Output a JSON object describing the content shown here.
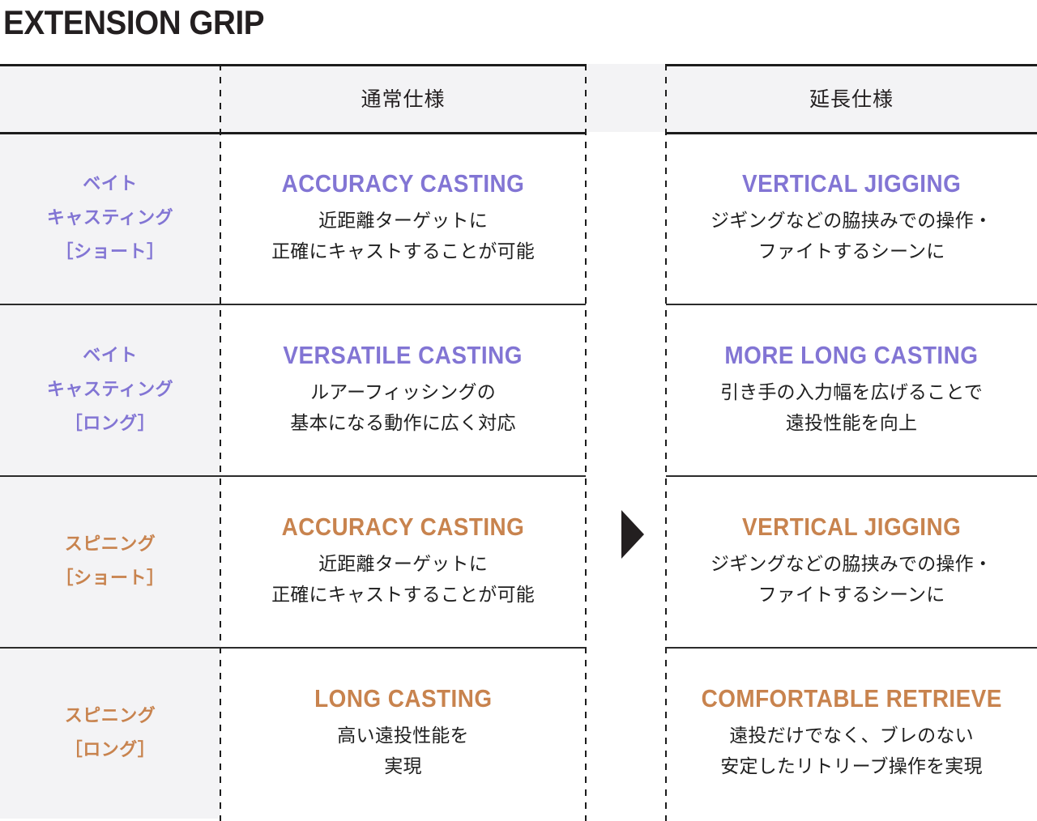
{
  "title": "EXTENSION GRIP",
  "colors": {
    "purple": "#8275d4",
    "brown": "#c8834e",
    "ink": "#231f20",
    "label_bg": "#f3f3f5",
    "header_bg": "#f3f3f5"
  },
  "header": {
    "corner": "",
    "normal_spec": "通常仕様",
    "extension_spec": "延長仕様"
  },
  "arrow": {
    "name": "right-triangle-arrow",
    "glyph": "▶"
  },
  "rows": [
    {
      "label_lines": [
        "ベイト",
        "キャスティング",
        "［ショート］"
      ],
      "accent": "purple",
      "normal": {
        "headline": "ACCURACY CASTING",
        "desc_lines": [
          "近距離ターゲットに",
          "正確にキャストすることが可能"
        ]
      },
      "extension": {
        "headline": "VERTICAL JIGGING",
        "desc_lines": [
          "ジギングなどの脇挟みでの操作・",
          "ファイトするシーンに"
        ]
      }
    },
    {
      "label_lines": [
        "ベイト",
        "キャスティング",
        "［ロング］"
      ],
      "accent": "purple",
      "normal": {
        "headline": "VERSATILE CASTING",
        "desc_lines": [
          "ルアーフィッシングの",
          "基本になる動作に広く対応"
        ]
      },
      "extension": {
        "headline": "MORE LONG CASTING",
        "desc_lines": [
          "引き手の入力幅を広げることで",
          "遠投性能を向上"
        ]
      }
    },
    {
      "label_lines": [
        "スピニング",
        "［ショート］"
      ],
      "accent": "brown",
      "normal": {
        "headline": "ACCURACY CASTING",
        "desc_lines": [
          "近距離ターゲットに",
          "正確にキャストすることが可能"
        ]
      },
      "extension": {
        "headline": "VERTICAL JIGGING",
        "desc_lines": [
          "ジギングなどの脇挟みでの操作・",
          "ファイトするシーンに"
        ]
      }
    },
    {
      "label_lines": [
        "スピニング",
        "［ロング］"
      ],
      "accent": "brown",
      "normal": {
        "headline": "LONG CASTING",
        "desc_lines": [
          "高い遠投性能を",
          "実現"
        ]
      },
      "extension": {
        "headline": "COMFORTABLE RETRIEVE",
        "desc_lines": [
          "遠投だけでなく、ブレのない",
          "安定したリトリーブ操作を実現"
        ]
      }
    }
  ]
}
